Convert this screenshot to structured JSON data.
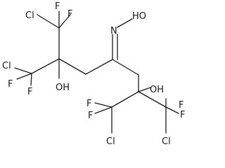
{
  "molecule": {
    "atoms": [
      {
        "id": "Cl1",
        "label": "Cl"
      },
      {
        "id": "F1",
        "label": "F"
      },
      {
        "id": "F2",
        "label": "F"
      },
      {
        "id": "Cl2",
        "label": "Cl"
      },
      {
        "id": "OH1",
        "label": "OH"
      },
      {
        "id": "F3",
        "label": "F"
      },
      {
        "id": "F4",
        "label": "F"
      },
      {
        "id": "N1",
        "label": "N"
      },
      {
        "id": "HO1",
        "label": "HO"
      },
      {
        "id": "OH2",
        "label": "OH"
      },
      {
        "id": "F5",
        "label": "F"
      },
      {
        "id": "F6",
        "label": "F"
      },
      {
        "id": "F7",
        "label": "F"
      },
      {
        "id": "F8",
        "label": "F"
      },
      {
        "id": "Cl3",
        "label": "Cl"
      },
      {
        "id": "Cl4",
        "label": "Cl"
      }
    ]
  }
}
